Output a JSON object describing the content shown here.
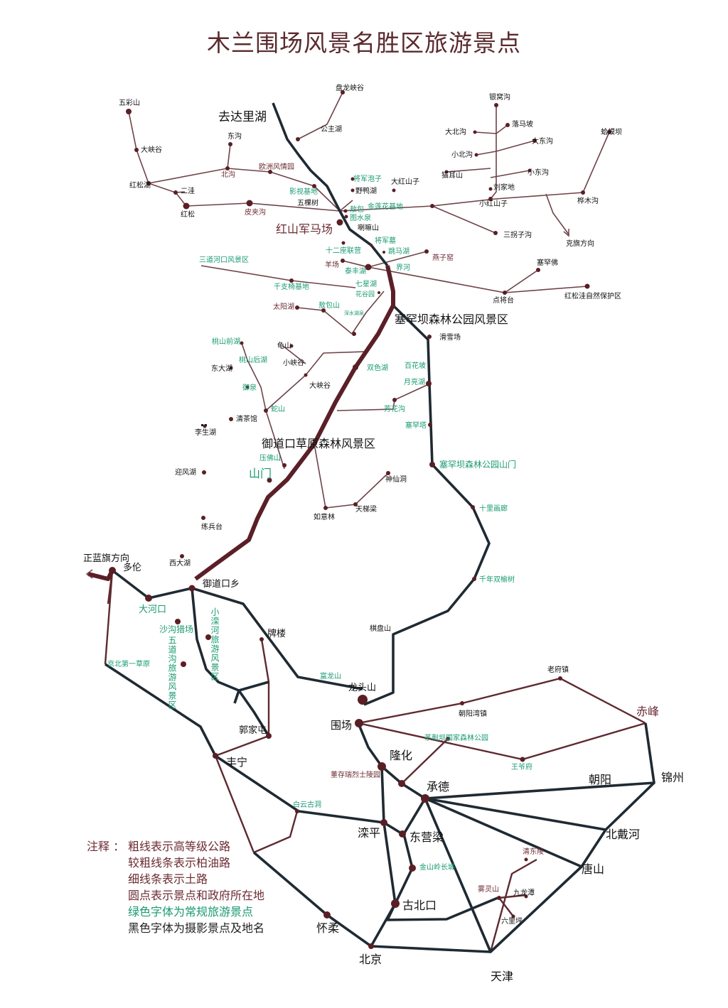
{
  "title": "木兰围场风景名胜区旅游景点",
  "legend": {
    "heading": "注释 ：",
    "items": [
      {
        "text": "粗线表示高等级公路",
        "style": "maroon"
      },
      {
        "text": "较粗线条表示柏油路",
        "style": "maroon"
      },
      {
        "text": "细线条表示土路",
        "style": "maroon"
      },
      {
        "text": "圆点表示景点和政府所在地",
        "style": "maroon"
      },
      {
        "text": "绿色字体为常规旅游景点",
        "style": "green"
      },
      {
        "text": "黑色字体为摄影景点及地名",
        "style": "black"
      }
    ]
  },
  "colors": {
    "road_dark": "#1f2a33",
    "road_maroon": "#5e2a30",
    "dirt_road": "#7a4a50",
    "green_label": "#1a9a73",
    "maroon_label": "#6b2b33",
    "black_label": "#111111",
    "dot": "#5a1f24"
  },
  "places": [
    {
      "id": "dalihu",
      "name": "去达里湖",
      "style": "black",
      "size": "big"
    },
    {
      "id": "hongshan",
      "name": "红山军马场",
      "style": "maroon",
      "size": "big"
    },
    {
      "id": "saihanba",
      "name": "塞罕坝森林公园风景区",
      "style": "black",
      "size": "big"
    },
    {
      "id": "yudaokou_area",
      "name": "御道口草原森林风景区",
      "style": "black",
      "size": "big"
    },
    {
      "id": "shanmen",
      "name": "山门",
      "style": "green",
      "size": "big"
    },
    {
      "id": "zhenglan",
      "name": "正蓝旗方向",
      "style": "black",
      "size": "mid"
    },
    {
      "id": "duolun",
      "name": "多伦",
      "style": "black",
      "size": "mid"
    },
    {
      "id": "yudaokouxiang",
      "name": "御道口乡",
      "style": "black",
      "size": "mid"
    },
    {
      "id": "dahekou",
      "name": "大河口",
      "style": "green",
      "size": "mid"
    },
    {
      "id": "shagou",
      "name": "沙沟猎场",
      "style": "green",
      "size": "mid"
    },
    {
      "id": "xiaoluanhe",
      "name": "小滦河旅游风景区",
      "style": "green",
      "size": "mid",
      "vertical": true
    },
    {
      "id": "wudao",
      "name": "五道沟旅游风景区",
      "style": "green",
      "size": "mid",
      "vertical": true
    },
    {
      "id": "jingbei",
      "name": "京北第一草原",
      "style": "green",
      "size": "small"
    },
    {
      "id": "pailou",
      "name": "牌楼",
      "style": "black",
      "size": "mid"
    },
    {
      "id": "longtoushan",
      "name": "龙头山",
      "style": "black",
      "size": "mid"
    },
    {
      "id": "weichang",
      "name": "围场",
      "style": "black",
      "size": "big"
    },
    {
      "id": "guojiatun",
      "name": "郭家屯",
      "style": "black",
      "size": "mid"
    },
    {
      "id": "fengning",
      "name": "丰宁",
      "style": "black",
      "size": "big"
    },
    {
      "id": "longhua",
      "name": "隆化",
      "style": "black",
      "size": "big"
    },
    {
      "id": "chengde",
      "name": "承德",
      "style": "black",
      "size": "big"
    },
    {
      "id": "luanping",
      "name": "滦平",
      "style": "black",
      "size": "big"
    },
    {
      "id": "dongyingliang",
      "name": "东营梁",
      "style": "black",
      "size": "big"
    },
    {
      "id": "gubeikou",
      "name": "古北口",
      "style": "black",
      "size": "big"
    },
    {
      "id": "huairou",
      "name": "怀柔",
      "style": "black",
      "size": "big"
    },
    {
      "id": "beijing",
      "name": "北京",
      "style": "black",
      "size": "big"
    },
    {
      "id": "tianjin",
      "name": "天津",
      "style": "black",
      "size": "big"
    },
    {
      "id": "tangshan",
      "name": "唐山",
      "style": "black",
      "size": "big"
    },
    {
      "id": "beidaihe",
      "name": "北戴河",
      "style": "black",
      "size": "big"
    },
    {
      "id": "jinzhou",
      "name": "锦州",
      "style": "black",
      "size": "big"
    },
    {
      "id": "chaoyang",
      "name": "朝阳",
      "style": "black",
      "size": "big"
    },
    {
      "id": "chifeng",
      "name": "赤峰",
      "style": "maroon",
      "size": "big"
    },
    {
      "id": "laofuzhen",
      "name": "老府镇",
      "style": "black",
      "size": "small"
    },
    {
      "id": "chaoyangwan",
      "name": "朝阳湾镇",
      "style": "black",
      "size": "small"
    },
    {
      "id": "maolan",
      "name": "茅荆坝国家森林公园",
      "style": "green",
      "size": "small"
    },
    {
      "id": "wangyefu",
      "name": "王爷府",
      "style": "green",
      "size": "small"
    },
    {
      "id": "dongcun",
      "name": "董存瑞烈士陵园",
      "style": "maroon",
      "size": "small"
    },
    {
      "id": "baiyun",
      "name": "白云古洞",
      "style": "green",
      "size": "small"
    },
    {
      "id": "jinshanling",
      "name": "金山岭长城",
      "style": "green",
      "size": "small"
    },
    {
      "id": "qingdongling",
      "name": "清东陵",
      "style": "maroon",
      "size": "small"
    },
    {
      "id": "wulingshan",
      "name": "雾灵山",
      "style": "maroon",
      "size": "small"
    },
    {
      "id": "jiulongtan",
      "name": "九龙潭",
      "style": "black",
      "size": "small"
    },
    {
      "id": "liuliping",
      "name": "六里坪",
      "style": "black",
      "size": "small"
    },
    {
      "id": "qipanshan",
      "name": "棋盘山",
      "style": "black",
      "size": "small"
    },
    {
      "id": "qianlianyu",
      "name": "千年双榆树",
      "style": "green",
      "size": "small"
    },
    {
      "id": "shilihua",
      "name": "十里画廊",
      "style": "green",
      "size": "small"
    },
    {
      "id": "saihanba_gate",
      "name": "塞罕坝森林公园山门",
      "style": "green",
      "size": "mid"
    },
    {
      "id": "saihanta",
      "name": "塞罕塔",
      "style": "green",
      "size": "small"
    },
    {
      "id": "fanghua",
      "name": "芳花沟",
      "style": "green",
      "size": "small"
    },
    {
      "id": "yueliang",
      "name": "月亮湖",
      "style": "green",
      "size": "small"
    },
    {
      "id": "baihuapo",
      "name": "百花坡",
      "style": "green",
      "size": "small"
    },
    {
      "id": "huaxuechang",
      "name": "滑雪场",
      "style": "black",
      "size": "small"
    },
    {
      "id": "shuangse",
      "name": "双色湖",
      "style": "green",
      "size": "small"
    },
    {
      "id": "dianjiangtai",
      "name": "点将台",
      "style": "black",
      "size": "small"
    },
    {
      "id": "saihanfo",
      "name": "塞罕佛",
      "style": "black",
      "size": "small"
    },
    {
      "id": "hongsongwa",
      "name": "红松洼自然保护区",
      "style": "black",
      "size": "small"
    },
    {
      "id": "yanzi",
      "name": "燕子窑",
      "style": "maroon",
      "size": "small"
    },
    {
      "id": "tiaomahu",
      "name": "跳马湖",
      "style": "green",
      "size": "small"
    },
    {
      "id": "jiehe",
      "name": "界河",
      "style": "green",
      "size": "small"
    },
    {
      "id": "taifeng",
      "name": "泰丰湖",
      "style": "green",
      "size": "small"
    },
    {
      "id": "yangchang",
      "name": "羊场",
      "style": "maroon",
      "size": "small"
    },
    {
      "id": "shierzuo",
      "name": "十二座联营",
      "style": "green",
      "size": "small"
    },
    {
      "id": "jiangjunmu",
      "name": "将军墓",
      "style": "green",
      "size": "small"
    },
    {
      "id": "qixing",
      "name": "七星湖",
      "style": "green",
      "size": "small"
    },
    {
      "id": "huagu",
      "name": "花谷园",
      "style": "green",
      "size": "small"
    },
    {
      "id": "qianzhi",
      "name": "千支椅基地",
      "style": "green",
      "size": "small"
    },
    {
      "id": "sandaohe",
      "name": "三道河口风景区",
      "style": "green",
      "size": "small"
    },
    {
      "id": "taiyanghu",
      "name": "太阳湖",
      "style": "maroon",
      "size": "small"
    },
    {
      "id": "aobao",
      "name": "敖包山",
      "style": "green",
      "size": "small"
    },
    {
      "id": "shenyu",
      "name": "深水湖泉",
      "style": "green",
      "size": "tiny"
    },
    {
      "id": "guishan",
      "name": "龟山",
      "style": "black",
      "size": "small"
    },
    {
      "id": "xiaoxiagu",
      "name": "小峡谷",
      "style": "black",
      "size": "small"
    },
    {
      "id": "daxiagu2",
      "name": "大峡谷",
      "style": "black",
      "size": "small"
    },
    {
      "id": "taoshanqian",
      "name": "桃山前湖",
      "style": "green",
      "size": "small"
    },
    {
      "id": "taoshanhou",
      "name": "桃山后湖",
      "style": "green",
      "size": "small"
    },
    {
      "id": "dongdahu",
      "name": "东大湖",
      "style": "black",
      "size": "small"
    },
    {
      "id": "yuquan",
      "name": "御泉",
      "style": "green",
      "size": "small"
    },
    {
      "id": "sheshan",
      "name": "蛇山",
      "style": "green",
      "size": "small"
    },
    {
      "id": "qingchaguan",
      "name": "清茶馆",
      "style": "black",
      "size": "small"
    },
    {
      "id": "lishenghu",
      "name": "李生湖",
      "style": "black",
      "size": "small"
    },
    {
      "id": "yafoshan",
      "name": "压佛山",
      "style": "green",
      "size": "small"
    },
    {
      "id": "yingfenghu",
      "name": "迎风湖",
      "style": "black",
      "size": "small"
    },
    {
      "id": "shenxiandong",
      "name": "神仙洞",
      "style": "black",
      "size": "small"
    },
    {
      "id": "tiantiliang",
      "name": "天梯梁",
      "style": "black",
      "size": "small"
    },
    {
      "id": "ruyilin",
      "name": "如意林",
      "style": "black",
      "size": "small"
    },
    {
      "id": "lianbingtai",
      "name": "练兵台",
      "style": "black",
      "size": "small"
    },
    {
      "id": "xidahu",
      "name": "西大湖",
      "style": "black",
      "size": "small"
    },
    {
      "id": "fenglongshan",
      "name": "富龙山",
      "style": "green",
      "size": "small"
    },
    {
      "id": "wucaishan",
      "name": "五彩山",
      "style": "black",
      "size": "small"
    },
    {
      "id": "daxiagu1",
      "name": "大峡谷",
      "style": "black",
      "size": "small"
    },
    {
      "id": "hongsonghu",
      "name": "红松湖",
      "style": "black",
      "size": "small"
    },
    {
      "id": "erwa",
      "name": "二洼",
      "style": "black",
      "size": "small"
    },
    {
      "id": "hongsong",
      "name": "红松",
      "style": "black",
      "size": "small"
    },
    {
      "id": "donggou",
      "name": "东沟",
      "style": "black",
      "size": "small"
    },
    {
      "id": "beigou",
      "name": "北沟",
      "style": "maroon",
      "size": "small"
    },
    {
      "id": "ouzhou",
      "name": "欧洲风情园",
      "style": "maroon",
      "size": "small"
    },
    {
      "id": "yingshi",
      "name": "影视基地",
      "style": "green",
      "size": "small"
    },
    {
      "id": "wukeshu",
      "name": "五棵树",
      "style": "black",
      "size": "small"
    },
    {
      "id": "pijiagou",
      "name": "皮夹沟",
      "style": "maroon",
      "size": "small"
    },
    {
      "id": "panlong",
      "name": "盘龙峡谷",
      "style": "black",
      "size": "small"
    },
    {
      "id": "gongzhuhu",
      "name": "公主湖",
      "style": "black",
      "size": "small"
    },
    {
      "id": "jiangjunpao",
      "name": "将军泡子",
      "style": "green",
      "size": "small"
    },
    {
      "id": "yeyahu",
      "name": "野鸭湖",
      "style": "black",
      "size": "small"
    },
    {
      "id": "dahongshanzi",
      "name": "大红山子",
      "style": "black",
      "size": "small"
    },
    {
      "id": "aobao2",
      "name": "敖包",
      "style": "green",
      "size": "small"
    },
    {
      "id": "tushuiquan",
      "name": "图水泉",
      "style": "green",
      "size": "small"
    },
    {
      "id": "jinlianhua",
      "name": "金莲花基地",
      "style": "green",
      "size": "small"
    },
    {
      "id": "lalashan",
      "name": "喇嘛山",
      "style": "black",
      "size": "small"
    },
    {
      "id": "yinwogou",
      "name": "银窝沟",
      "style": "black",
      "size": "small"
    },
    {
      "id": "luomapo",
      "name": "落马坡",
      "style": "black",
      "size": "small"
    },
    {
      "id": "dabeigou",
      "name": "大北沟",
      "style": "black",
      "size": "small"
    },
    {
      "id": "dadonggou",
      "name": "大东沟",
      "style": "black",
      "size": "small"
    },
    {
      "id": "xiaobeigou",
      "name": "小北沟",
      "style": "black",
      "size": "small"
    },
    {
      "id": "maoershan",
      "name": "猫耳山",
      "style": "black",
      "size": "small"
    },
    {
      "id": "xiaodonggou",
      "name": "小东沟",
      "style": "black",
      "size": "small"
    },
    {
      "id": "liujiadi",
      "name": "刘家地",
      "style": "black",
      "size": "small"
    },
    {
      "id": "xiaohongshanzi",
      "name": "小红山子",
      "style": "black",
      "size": "small"
    },
    {
      "id": "sanguaizi",
      "name": "三拐子沟",
      "style": "black",
      "size": "small"
    },
    {
      "id": "kechi",
      "name": "克旗方向",
      "style": "black",
      "size": "small"
    },
    {
      "id": "hamaba",
      "name": "蛤蟆坝",
      "style": "black",
      "size": "small"
    },
    {
      "id": "huamugou",
      "name": "桦木沟",
      "style": "black",
      "size": "small"
    }
  ]
}
